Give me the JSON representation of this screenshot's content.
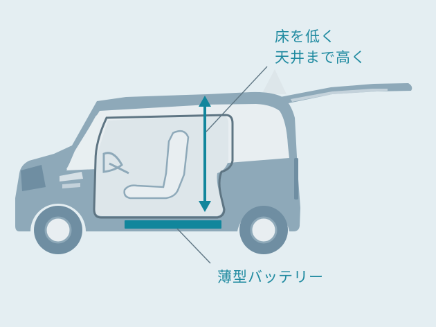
{
  "callouts": {
    "height_line1": "床を低く",
    "height_line2": "天井まで高く",
    "battery": "薄型バッテリー"
  },
  "colors": {
    "background": "#e4eef2",
    "body": "#8ea9b9",
    "body_dark": "#6f8ea2",
    "glass": "#e8eef1",
    "cabin": "#dde6ea",
    "frame": "#5e7583",
    "accent": "#11869c",
    "text": "#1f8aa0"
  }
}
